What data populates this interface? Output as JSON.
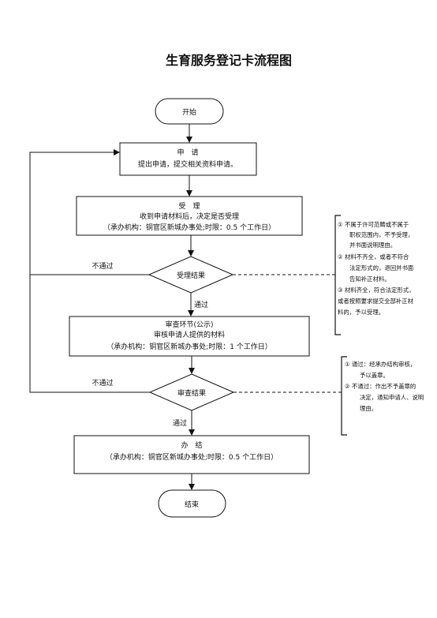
{
  "title": "生育服务登记卡流程图",
  "nodes": {
    "start": "开始",
    "apply": {
      "title": "申　请",
      "desc": "提出申请，提交相关资料申请。"
    },
    "accept": {
      "title": "受　理",
      "desc": "收到申请材料后，决定是否受理",
      "agency": "（承办机构：铜官区新城办事处;时限：0.5 个工作日）"
    },
    "accept_result": "受理结果",
    "review": {
      "title": "审查环节(公示)",
      "desc": "审核申请人提供的材料",
      "agency": "（承办机构：铜官区新城办事处;时限：1 个工作日）"
    },
    "review_result": "审查结果",
    "finish": {
      "title": "办　结",
      "agency": "（承办机构：铜官区新城办事处;时限：0.5 个工作日）"
    },
    "end": "结束"
  },
  "edges": {
    "accept_reject": "不通过",
    "accept_pass": "通过",
    "review_reject": "不通过",
    "review_pass": "通过"
  },
  "notes": {
    "accept": [
      "①  不属于许可范畴或不属于",
      "职权范围内，不予受理，",
      "并书面说明理由。",
      "②  材料不齐全，或者不符合",
      "法定形式的，退回并书面",
      "告知补正材料。",
      "③  材料齐全，符合法定形式，",
      "或者按照要求提交全部补正材",
      "料的，予以受理。"
    ],
    "review": [
      "①  通过：经承办结构审核，",
      "予以盖章。",
      "②  不通过：作出不予盖章的",
      "决定，通知申请人、说明",
      "理由。"
    ]
  }
}
